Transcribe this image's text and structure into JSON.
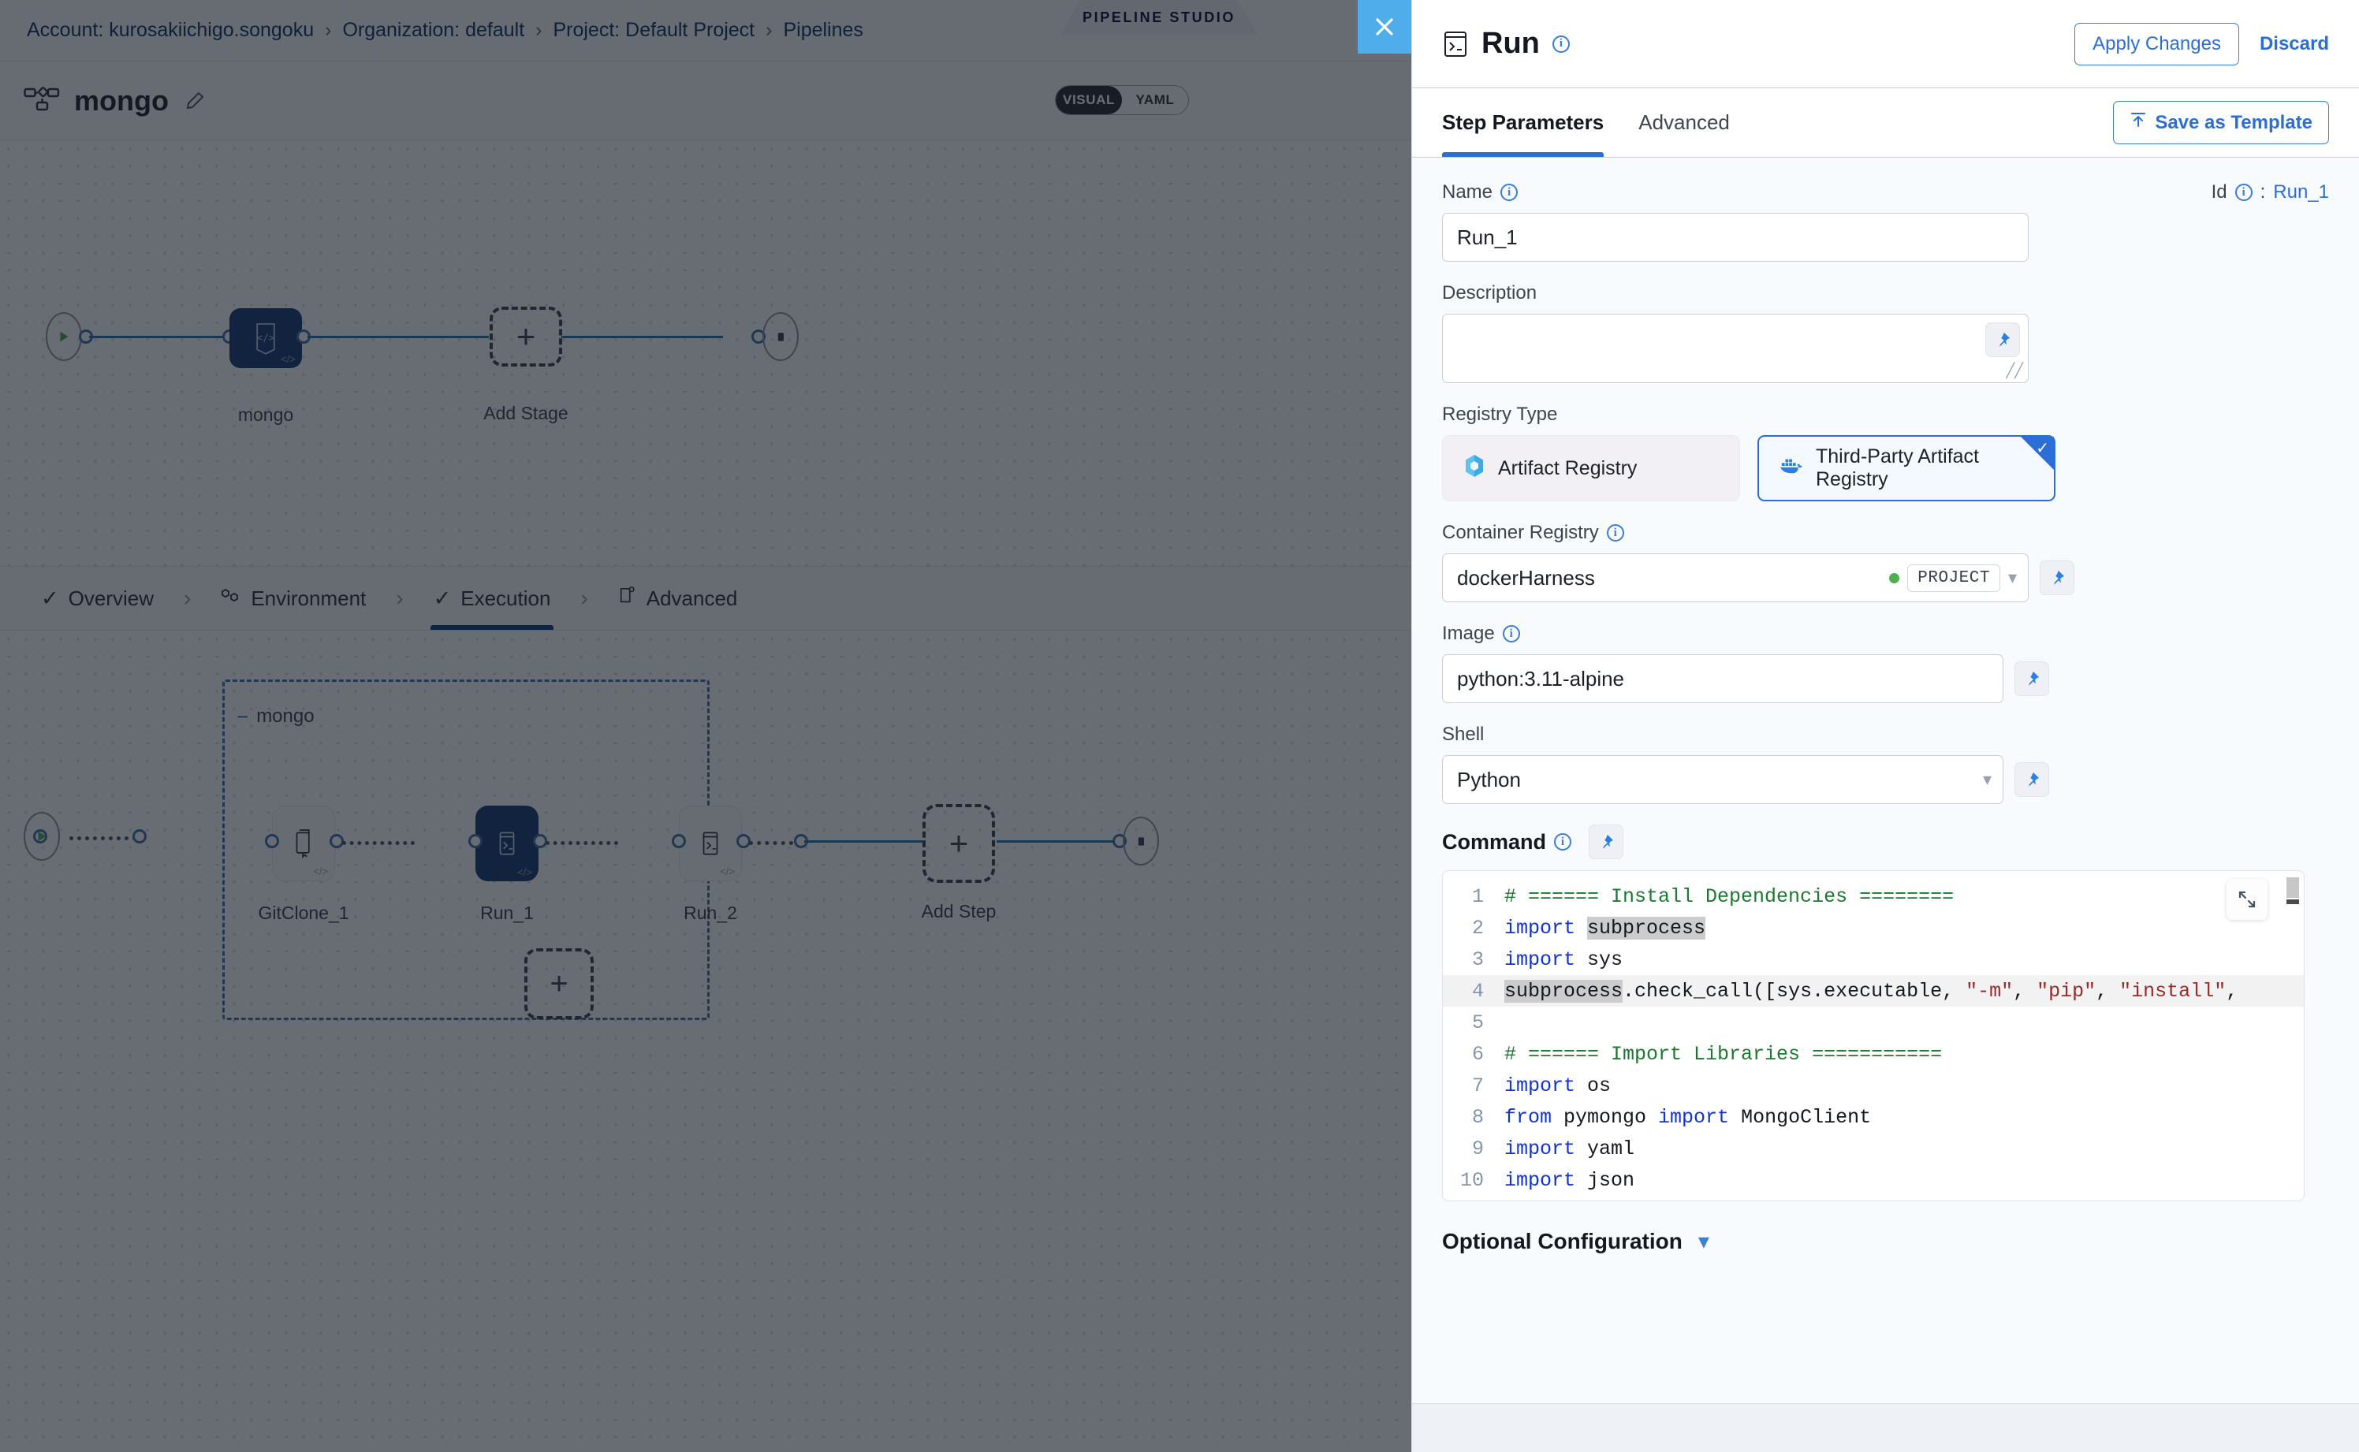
{
  "breadcrumb": {
    "items": [
      "Account: kurosakiichigo.songoku",
      "Organization: default",
      "Project: Default Project",
      "Pipelines"
    ],
    "separator": "›"
  },
  "studio": {
    "tab_label": "PIPELINE STUDIO",
    "close_label": "×",
    "pipeline_name": "mongo",
    "view_toggle": {
      "visual": "VISUAL",
      "yaml": "YAML",
      "selected": "VISUAL"
    }
  },
  "top_canvas": {
    "stage_label": "mongo",
    "add_stage_label": "Add Stage",
    "add_symbol": "+"
  },
  "stage_tabs": {
    "items": [
      {
        "label": "Overview",
        "icon": "check-icon",
        "active": false,
        "done": true
      },
      {
        "label": "Environment",
        "icon": "cubes-icon",
        "active": false,
        "done": false
      },
      {
        "label": "Execution",
        "icon": "check-icon",
        "active": true,
        "done": true
      },
      {
        "label": "Advanced",
        "icon": "settings-doc-icon",
        "active": false,
        "done": false
      }
    ],
    "separator": "›"
  },
  "bottom_canvas": {
    "group_title": "mongo",
    "collapse_symbol": "−",
    "steps": [
      {
        "label": "GitClone_1",
        "icon": "git-clone-icon",
        "selected": false
      },
      {
        "label": "Run_1",
        "icon": "terminal-icon",
        "selected": true
      },
      {
        "label": "Run_2",
        "icon": "terminal-icon",
        "selected": false
      }
    ],
    "add_step_label": "Add Step",
    "add_symbol": "+"
  },
  "panel": {
    "title": "Run",
    "title_icon": "terminal-icon",
    "apply_label": "Apply Changes",
    "discard_label": "Discard",
    "tabs": [
      {
        "label": "Step Parameters",
        "active": true
      },
      {
        "label": "Advanced",
        "active": false
      }
    ],
    "save_template_label": "Save as Template",
    "save_template_icon": "upload-icon",
    "fields": {
      "name_label": "Name",
      "name_value": "Run_1",
      "name_placeholder": "",
      "id_label": "Id",
      "id_separator": ":",
      "id_value": "Run_1",
      "description_label": "Description",
      "description_value": "",
      "description_placeholder": "",
      "registry_type_label": "Registry Type",
      "registry_options": [
        {
          "label": "Artifact Registry",
          "icon": "harness-artifact-icon",
          "selected": false
        },
        {
          "label": "Third-Party Artifact Registry",
          "icon": "docker-whale-icon",
          "selected": true
        }
      ],
      "container_registry_label": "Container Registry",
      "container_registry_value": "dockerHarness",
      "container_registry_scope": "PROJECT",
      "image_label": "Image",
      "image_value": "python:3.11-alpine",
      "shell_label": "Shell",
      "shell_value": "Python",
      "command_label": "Command"
    },
    "optional_configuration_label": "Optional Configuration"
  },
  "code": {
    "expand_icon": "expand-icon",
    "lines": [
      {
        "n": "1",
        "highlight": false,
        "tokens": [
          {
            "t": "# ====== Install Dependencies ========",
            "c": "tok-com"
          }
        ]
      },
      {
        "n": "2",
        "highlight": false,
        "tokens": [
          {
            "t": "import ",
            "c": "tok-kw"
          },
          {
            "t": "subprocess",
            "c": "tok-pl tok-hl"
          }
        ]
      },
      {
        "n": "3",
        "highlight": false,
        "tokens": [
          {
            "t": "import ",
            "c": "tok-kw"
          },
          {
            "t": "sys",
            "c": "tok-pl"
          }
        ]
      },
      {
        "n": "4",
        "highlight": true,
        "tokens": [
          {
            "t": "subprocess",
            "c": "tok-pl tok-hl"
          },
          {
            "t": ".check_call([sys.executable, ",
            "c": "tok-pl"
          },
          {
            "t": "\"-m\"",
            "c": "tok-str"
          },
          {
            "t": ", ",
            "c": "tok-pl"
          },
          {
            "t": "\"pip\"",
            "c": "tok-str"
          },
          {
            "t": ", ",
            "c": "tok-pl"
          },
          {
            "t": "\"install\"",
            "c": "tok-str"
          },
          {
            "t": ",",
            "c": "tok-pl"
          }
        ]
      },
      {
        "n": "5",
        "highlight": false,
        "tokens": [
          {
            "t": "",
            "c": "tok-pl"
          }
        ]
      },
      {
        "n": "6",
        "highlight": false,
        "tokens": [
          {
            "t": "# ====== Import Libraries ===========",
            "c": "tok-com"
          }
        ]
      },
      {
        "n": "7",
        "highlight": false,
        "tokens": [
          {
            "t": "import ",
            "c": "tok-kw"
          },
          {
            "t": "os",
            "c": "tok-pl"
          }
        ]
      },
      {
        "n": "8",
        "highlight": false,
        "tokens": [
          {
            "t": "from ",
            "c": "tok-kw"
          },
          {
            "t": "pymongo ",
            "c": "tok-pl"
          },
          {
            "t": "import ",
            "c": "tok-kw"
          },
          {
            "t": "MongoClient",
            "c": "tok-pl"
          }
        ]
      },
      {
        "n": "9",
        "highlight": false,
        "tokens": [
          {
            "t": "import ",
            "c": "tok-kw"
          },
          {
            "t": "yaml",
            "c": "tok-pl"
          }
        ]
      },
      {
        "n": "10",
        "highlight": false,
        "tokens": [
          {
            "t": "import ",
            "c": "tok-kw"
          },
          {
            "t": "json",
            "c": "tok-pl"
          }
        ]
      }
    ]
  },
  "colors": {
    "accent_blue": "#2b6fd6",
    "selected_node": "#14386e",
    "close_button": "#4fadea",
    "scope_dot_green": "#4caf50"
  }
}
